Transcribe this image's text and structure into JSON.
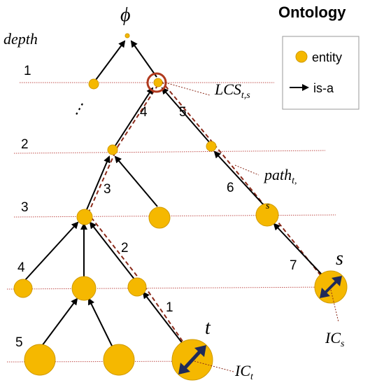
{
  "title": "Ontology",
  "depth_label": "depth",
  "root_label": "ϕ",
  "dots": "⋮",
  "legend": {
    "entity": "entity",
    "isa": "is-a"
  },
  "depth_levels": [
    "1",
    "2",
    "3",
    "4",
    "5"
  ],
  "edge_numbers": [
    "1",
    "2",
    "3",
    "4",
    "5",
    "6",
    "7"
  ],
  "labels": {
    "lcs": "LCS",
    "lcs_sub": "t,s",
    "path": "path",
    "path_sub": "t,",
    "path_tail": "s",
    "s": "s",
    "t": "t",
    "ics": "IC",
    "ics_sub": "s",
    "ict": "IC",
    "ict_sub": "t"
  },
  "colors": {
    "node_fill": "#F5B800",
    "node_stroke": "#D09A00",
    "level_line": "#C0504D",
    "path_dash": "#8B2A1A",
    "lcs_ring": "#B03A1E",
    "ic_arrow": "#1F2A5A"
  }
}
